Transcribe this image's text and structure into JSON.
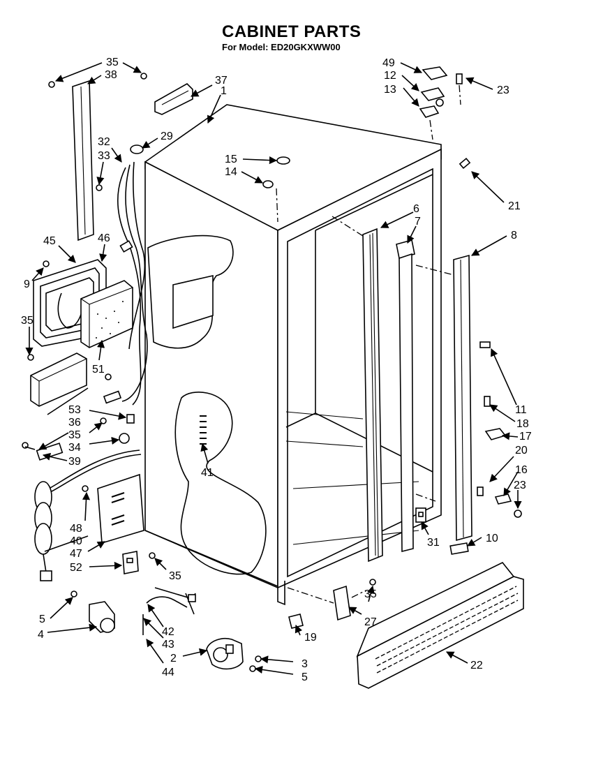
{
  "title": "CABINET PARTS",
  "subtitle": "For Model: ED20GKXWW00",
  "labels": [
    {
      "id": "l35a",
      "text": "35"
    },
    {
      "id": "l38",
      "text": "38"
    },
    {
      "id": "l37",
      "text": "37"
    },
    {
      "id": "l1",
      "text": "1"
    },
    {
      "id": "l29",
      "text": "29"
    },
    {
      "id": "l32",
      "text": "32"
    },
    {
      "id": "l33",
      "text": "33"
    },
    {
      "id": "l15",
      "text": "15"
    },
    {
      "id": "l14",
      "text": "14"
    },
    {
      "id": "l49",
      "text": "49"
    },
    {
      "id": "l12",
      "text": "12"
    },
    {
      "id": "l13",
      "text": "13"
    },
    {
      "id": "l23a",
      "text": "23"
    },
    {
      "id": "l21",
      "text": "21"
    },
    {
      "id": "l6",
      "text": "6"
    },
    {
      "id": "l7",
      "text": "7"
    },
    {
      "id": "l8",
      "text": "8"
    },
    {
      "id": "l45",
      "text": "45"
    },
    {
      "id": "l46",
      "text": "46"
    },
    {
      "id": "l9",
      "text": "9"
    },
    {
      "id": "l35b",
      "text": "35"
    },
    {
      "id": "l51",
      "text": "51"
    },
    {
      "id": "l53",
      "text": "53"
    },
    {
      "id": "l36",
      "text": "36"
    },
    {
      "id": "l35c",
      "text": "35"
    },
    {
      "id": "l34",
      "text": "34"
    },
    {
      "id": "l39",
      "text": "39"
    },
    {
      "id": "l41",
      "text": "41"
    },
    {
      "id": "l11",
      "text": "11"
    },
    {
      "id": "l18",
      "text": "18"
    },
    {
      "id": "l17",
      "text": "17"
    },
    {
      "id": "l20",
      "text": "20"
    },
    {
      "id": "l16",
      "text": "16"
    },
    {
      "id": "l23b",
      "text": "23"
    },
    {
      "id": "l10",
      "text": "10"
    },
    {
      "id": "l31",
      "text": "31"
    },
    {
      "id": "l48",
      "text": "48"
    },
    {
      "id": "l40",
      "text": "40"
    },
    {
      "id": "l47",
      "text": "47"
    },
    {
      "id": "l52",
      "text": "52"
    },
    {
      "id": "l35d",
      "text": "35"
    },
    {
      "id": "l5a",
      "text": "5"
    },
    {
      "id": "l4",
      "text": "4"
    },
    {
      "id": "l42",
      "text": "42"
    },
    {
      "id": "l43",
      "text": "43"
    },
    {
      "id": "l2",
      "text": "2"
    },
    {
      "id": "l44",
      "text": "44"
    },
    {
      "id": "l3",
      "text": "3"
    },
    {
      "id": "l5b",
      "text": "5"
    },
    {
      "id": "l35e",
      "text": "35"
    },
    {
      "id": "l27",
      "text": "27"
    },
    {
      "id": "l19",
      "text": "19"
    },
    {
      "id": "l22",
      "text": "22"
    }
  ]
}
